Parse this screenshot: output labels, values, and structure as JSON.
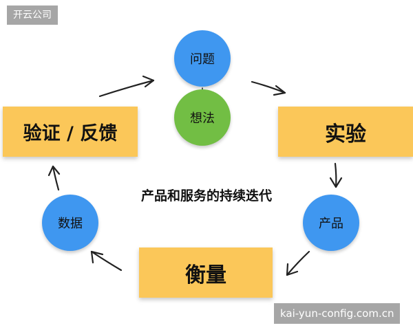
{
  "watermarks": {
    "brand": "开云公司",
    "site": "kai-yun-config.com.cn"
  },
  "nodes": {
    "question": "问题",
    "idea": "想法",
    "experiment": "实验",
    "product": "产品",
    "measure": "衡量",
    "data": "数据",
    "verify": "验证 / 反馈"
  },
  "center_label": "产品和服务的持续迭代",
  "colors": {
    "box_fill": "#fbc759",
    "circle_blue": "#3f97f0",
    "circle_green": "#72be44",
    "arrow": "#222222",
    "watermark_bg": "#969696"
  }
}
